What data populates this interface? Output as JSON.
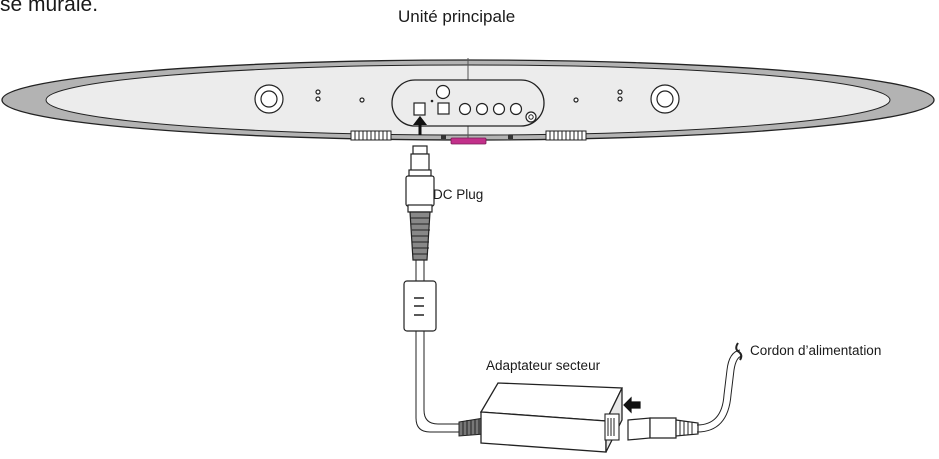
{
  "header_fragment": "se murale.",
  "labels": {
    "main_unit": "Unité principale",
    "dc_plug": "DC Plug",
    "ac_adapter": "Adaptateur secteur",
    "power_cord": "Cordon d’alimentation"
  },
  "colors": {
    "outline": "#222222",
    "body_fill": "#b3b3b3",
    "inner_fill": "#ececec",
    "white": "#ffffff",
    "pink_port": "#c2308a"
  },
  "icons": [
    "arrow-up-icon",
    "arrow-left-icon",
    "cord-end-icon"
  ]
}
